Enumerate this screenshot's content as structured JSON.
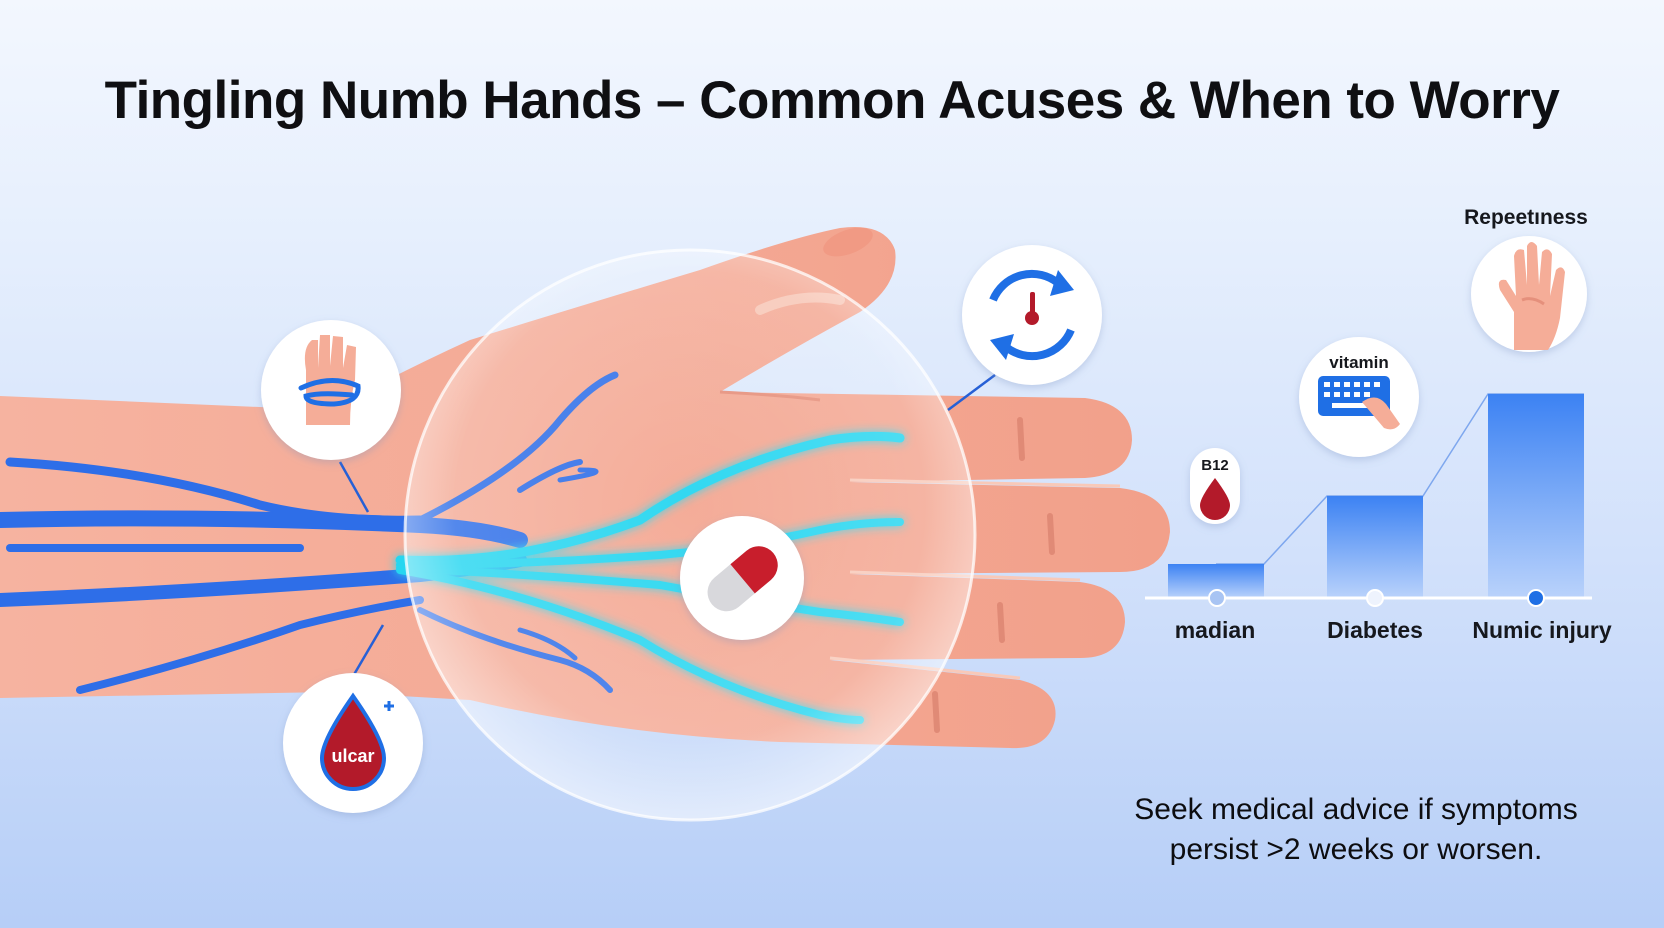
{
  "title": "Tingling Numb Hands – Common Acuses & When to Worry",
  "icons": {
    "wrist": "wrist-wrap-icon",
    "cycle": "cycle-thermometer-icon",
    "pill": "capsule-icon",
    "blood": "blood-drop-icon",
    "hand": "raised-hand-icon",
    "keyboard": "keyboard-typing-icon",
    "b12": "blood-drop-icon"
  },
  "blood_icon_text": "ulcar",
  "b12_label": "B12",
  "vitamin_label": "vitamin",
  "repetitive_label": "Repeetıness",
  "chart_data": {
    "type": "bar",
    "categories": [
      "madian",
      "Diabetes",
      "Numic injury"
    ],
    "values": [
      1,
      3,
      6
    ],
    "ylim": [
      0,
      7
    ],
    "grid": false
  },
  "advice": {
    "line1": "Seek medical advice if symptoms",
    "line2": "persist >2 weeks or worsen."
  },
  "colors": {
    "skin": "#f4a892",
    "skin_light": "#f7bfa9",
    "nerve_blue": "#2f6fe8",
    "nerve_cyan": "#24d8f2",
    "accent_red": "#b31a2a",
    "bar_blue": "#3f84f2",
    "icon_blue": "#1f6fe5"
  }
}
